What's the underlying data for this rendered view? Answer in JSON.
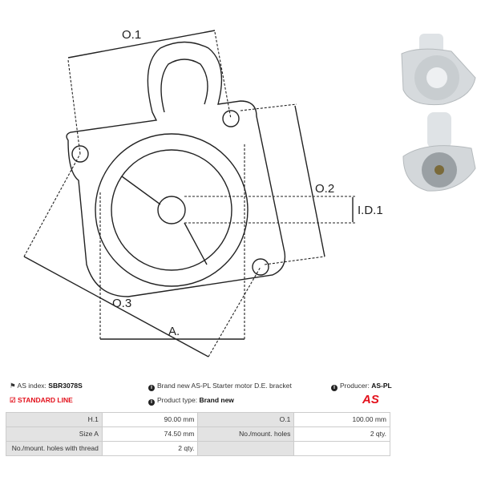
{
  "drawing": {
    "labels": {
      "o1": "O.1",
      "o2": "O.2",
      "o3": "O.3",
      "a": "A.",
      "id1": "I.D.1"
    }
  },
  "photos": [
    "bracket-front-photo",
    "bracket-side-photo"
  ],
  "info": {
    "as_index_label": "AS index:",
    "as_index_value": "SBR3078S",
    "line": "STANDARD LINE",
    "description": "Brand new AS-PL Starter motor D.E. bracket",
    "product_type_label": "Product type:",
    "product_type_value": "Brand new",
    "producer_label": "Producer:",
    "producer_value": "AS-PL",
    "logo_text": "AS",
    "accent": "#e3101b"
  },
  "specs": [
    [
      {
        "k": "H.1",
        "v": "90.00 mm"
      },
      {
        "k": "O.1",
        "v": "100.00 mm"
      }
    ],
    [
      {
        "k": "Size A",
        "v": "74.50 mm"
      },
      {
        "k": "No./mount. holes",
        "v": "2 qty."
      }
    ],
    [
      {
        "k": "No./mount. holes with thread",
        "v": "2 qty."
      },
      {
        "k": "",
        "v": ""
      }
    ]
  ]
}
